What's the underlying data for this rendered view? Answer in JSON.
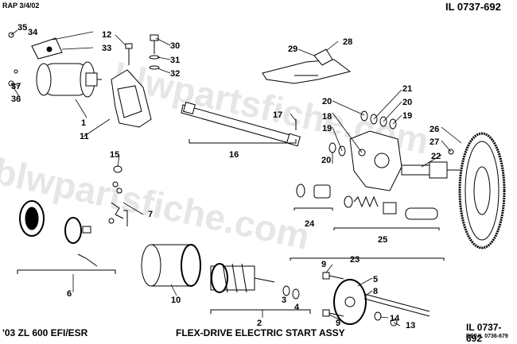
{
  "header": {
    "date_code": "RAP 3/4/02",
    "illustration_id_top": "IL 0737-692"
  },
  "footer": {
    "model_label": "'03 ZL 600 EFI/ESR",
    "assembly_title": "FLEX-DRIVE ELECTRIC START ASSY",
    "illustration_id_bottom": "IL 0737-692",
    "reference_id": "REF.IL 0736-679"
  },
  "watermark": {
    "text": "blwpartsfiche.com"
  },
  "callouts": [
    "1",
    "2",
    "3",
    "4",
    "5",
    "6",
    "7",
    "8",
    "9",
    "10",
    "11",
    "12",
    "13",
    "14",
    "15",
    "16",
    "17",
    "18",
    "19",
    "20",
    "21",
    "22",
    "23",
    "24",
    "25",
    "26",
    "27",
    "28",
    "29",
    "30",
    "31",
    "32",
    "33",
    "34",
    "35",
    "36",
    "37"
  ],
  "colors": {
    "ink": "#000000",
    "watermark": "#c8c8c8",
    "background": "#ffffff"
  }
}
